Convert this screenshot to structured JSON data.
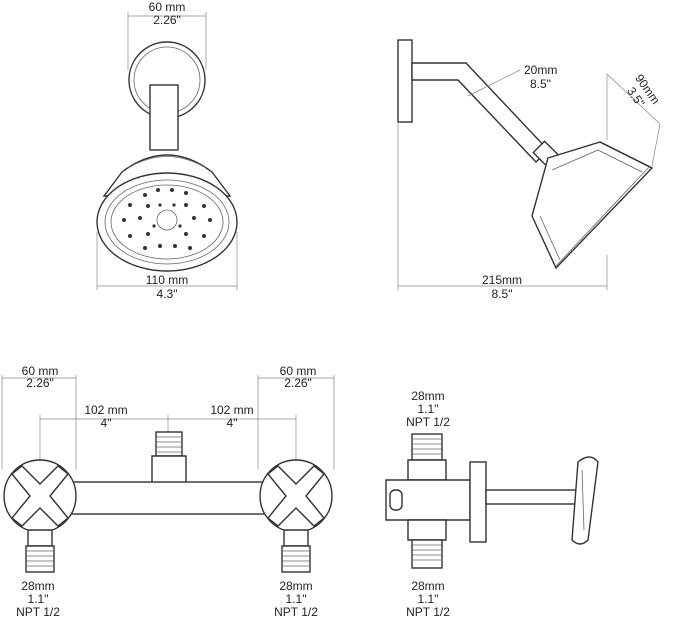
{
  "colors": {
    "line": "#333333",
    "dimension": "#888888",
    "text": "#222222",
    "background": "#ffffff"
  },
  "head_front": {
    "top_width": {
      "metric": "60 mm",
      "imperial": "2.26\""
    },
    "bottom_width": {
      "metric": "110 mm",
      "imperial": "4.3\""
    }
  },
  "head_side": {
    "arm": {
      "metric": "20mm",
      "imperial": "8.5\""
    },
    "face": {
      "metric": "90mm",
      "imperial": "3.5\""
    },
    "length": {
      "metric": "215mm",
      "imperial": "8.5\""
    }
  },
  "valve_front": {
    "left_handle": {
      "metric": "60 mm",
      "imperial": "2.26\""
    },
    "right_handle": {
      "metric": "60 mm",
      "imperial": "2.26\""
    },
    "left_span": {
      "metric": "102 mm",
      "imperial": "4\""
    },
    "right_span": {
      "metric": "102 mm",
      "imperial": "4\""
    },
    "left_inlet": {
      "size": "28mm",
      "imperial": "1.1\"",
      "thread": "NPT 1/2"
    },
    "right_inlet": {
      "size": "28mm",
      "imperial": "1.1\"",
      "thread": "NPT 1/2"
    }
  },
  "valve_side": {
    "top_outlet": {
      "size": "28mm",
      "imperial": "1.1\"",
      "thread": "NPT 1/2"
    },
    "bottom_inlet": {
      "size": "28mm",
      "imperial": "1.1\"",
      "thread": "NPT 1/2"
    }
  }
}
